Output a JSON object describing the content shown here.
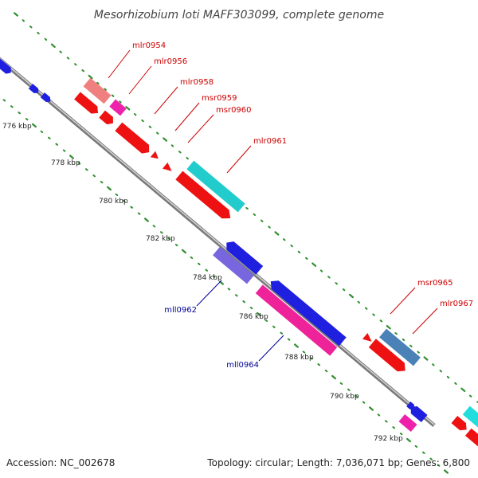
{
  "title": "Mesorhizobium loti MAFF303099, complete genome",
  "footer": {
    "accession": "Accession: NC_002678",
    "summary": "Topology: circular; Length: 7,036,071 bp; Genes: 6,800"
  },
  "colors": {
    "backbone": "#8f8f8f",
    "ticks": "#2f8f2f",
    "label_forward": "#cc0000",
    "label_reverse": "#000099"
  },
  "ticks": [
    {
      "label": "776 kbp"
    },
    {
      "label": "778 kbp"
    },
    {
      "label": "780 kbp"
    },
    {
      "label": "782 kbp"
    },
    {
      "label": "784 kbp"
    },
    {
      "label": "786 kbp"
    },
    {
      "label": "788 kbp"
    },
    {
      "label": "790 kbp"
    },
    {
      "label": "792 kbp"
    }
  ],
  "labels": [
    {
      "name": "mlr0954",
      "strand": "forward"
    },
    {
      "name": "mlr0956",
      "strand": "forward"
    },
    {
      "name": "mlr0958",
      "strand": "forward"
    },
    {
      "name": "msr0959",
      "strand": "forward"
    },
    {
      "name": "msr0960",
      "strand": "forward"
    },
    {
      "name": "mlr0961",
      "strand": "forward"
    },
    {
      "name": "mll0962",
      "strand": "reverse"
    },
    {
      "name": "mll0964",
      "strand": "reverse"
    },
    {
      "name": "msr0965",
      "strand": "forward"
    },
    {
      "name": "mlr0967",
      "strand": "forward"
    }
  ]
}
